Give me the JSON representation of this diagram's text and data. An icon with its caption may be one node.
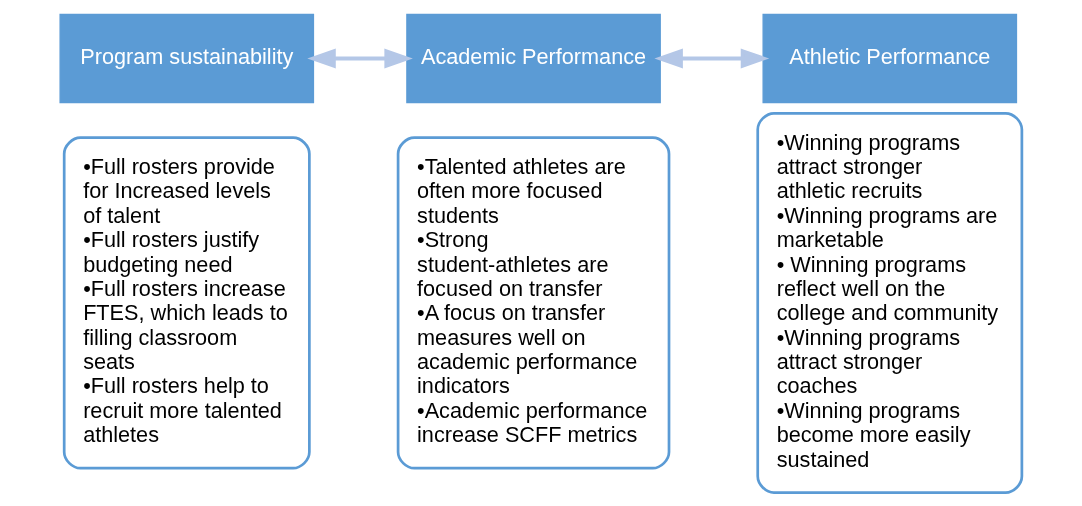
{
  "diagram": {
    "nodes": [
      {
        "text": [
          "Program sustainability"
        ]
      },
      {
        "text": [
          "•Full rosters provide for Increased levels of talent",
          "•Full rosters justify budgeting need",
          "•Full rosters increase FTES, which leads to filling classroom seats",
          "•Full rosters help to recruit more talented athletes"
        ]
      },
      {
        "text": [
          "Academic Performance"
        ]
      },
      {
        "text": [
          "•Talented athletes are often more focused students",
          "•Strong student-athletes are focused on transfer",
          "•A focus on transfer measures well on academic performance indicators",
          "•Academic performance increase SCFF metrics"
        ]
      },
      {
        "text": [
          "Athletic Performance"
        ]
      },
      {
        "text": [
          "•Winning programs attract stronger athletic recruits",
          "•Winning programs are marketable",
          "• Winning programs reflect well on the college and community",
          "•Winning programs attract stronger coaches",
          "•Winning programs become more easily sustained"
        ]
      }
    ],
    "edges": [
      {
        "from": 0,
        "to": 2,
        "arrow": "both"
      },
      {
        "from": 2,
        "to": 4,
        "arrow": "both"
      }
    ]
  }
}
